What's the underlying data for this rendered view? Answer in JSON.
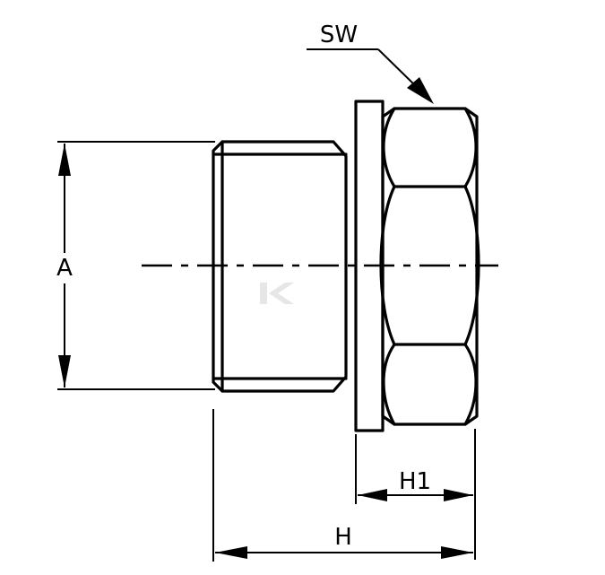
{
  "labels": {
    "sw": "SW",
    "a": "A",
    "h1": "H1",
    "h": "H"
  }
}
